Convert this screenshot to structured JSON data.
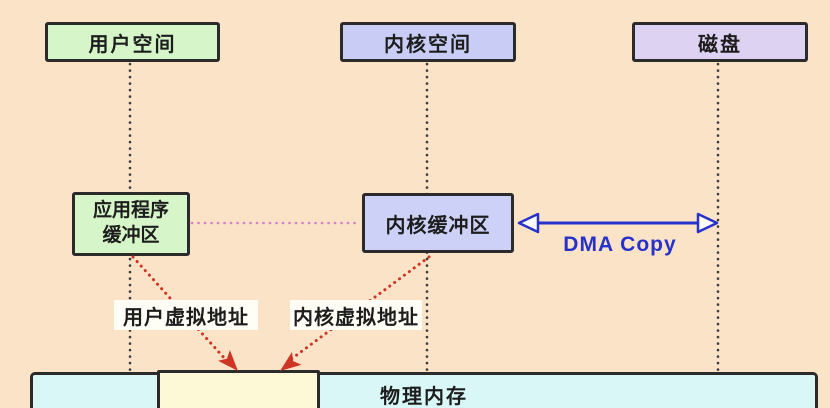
{
  "lanes": {
    "user_space": {
      "label": "用户空间"
    },
    "kernel_space": {
      "label": "内核空间"
    },
    "disk": {
      "label": "磁盘"
    }
  },
  "nodes": {
    "app_buffer": {
      "label": "应用程序\n缓冲区"
    },
    "kernel_buffer": {
      "label": "内核缓冲区"
    },
    "physical_memory": {
      "label": "物理内存"
    }
  },
  "annotations": {
    "dma_copy": {
      "label": "DMA Copy"
    },
    "user_virtual_address": {
      "label": "用户虚拟地址"
    },
    "kernel_virtual_address": {
      "label": "内核虚拟地址"
    }
  },
  "colors": {
    "background": "#fbe3c7",
    "user_space_fill": "#d6f6c9",
    "kernel_space_fill": "#c9cdf5",
    "disk_fill": "#ded2f3",
    "kernel_buffer_fill": "#cdd1f7",
    "physical_memory_fill": "#daf7f8",
    "mapped_region_fill": "#fdf9d7",
    "box_border": "#2b2b2b",
    "dma_arrow_blue": "#2732cb",
    "mapping_arrow_red": "#cf3524",
    "buffer_connector_pink": "#d583c0",
    "dotted_line_dark": "#3c3c3c",
    "label_background": "#fefdf6"
  }
}
